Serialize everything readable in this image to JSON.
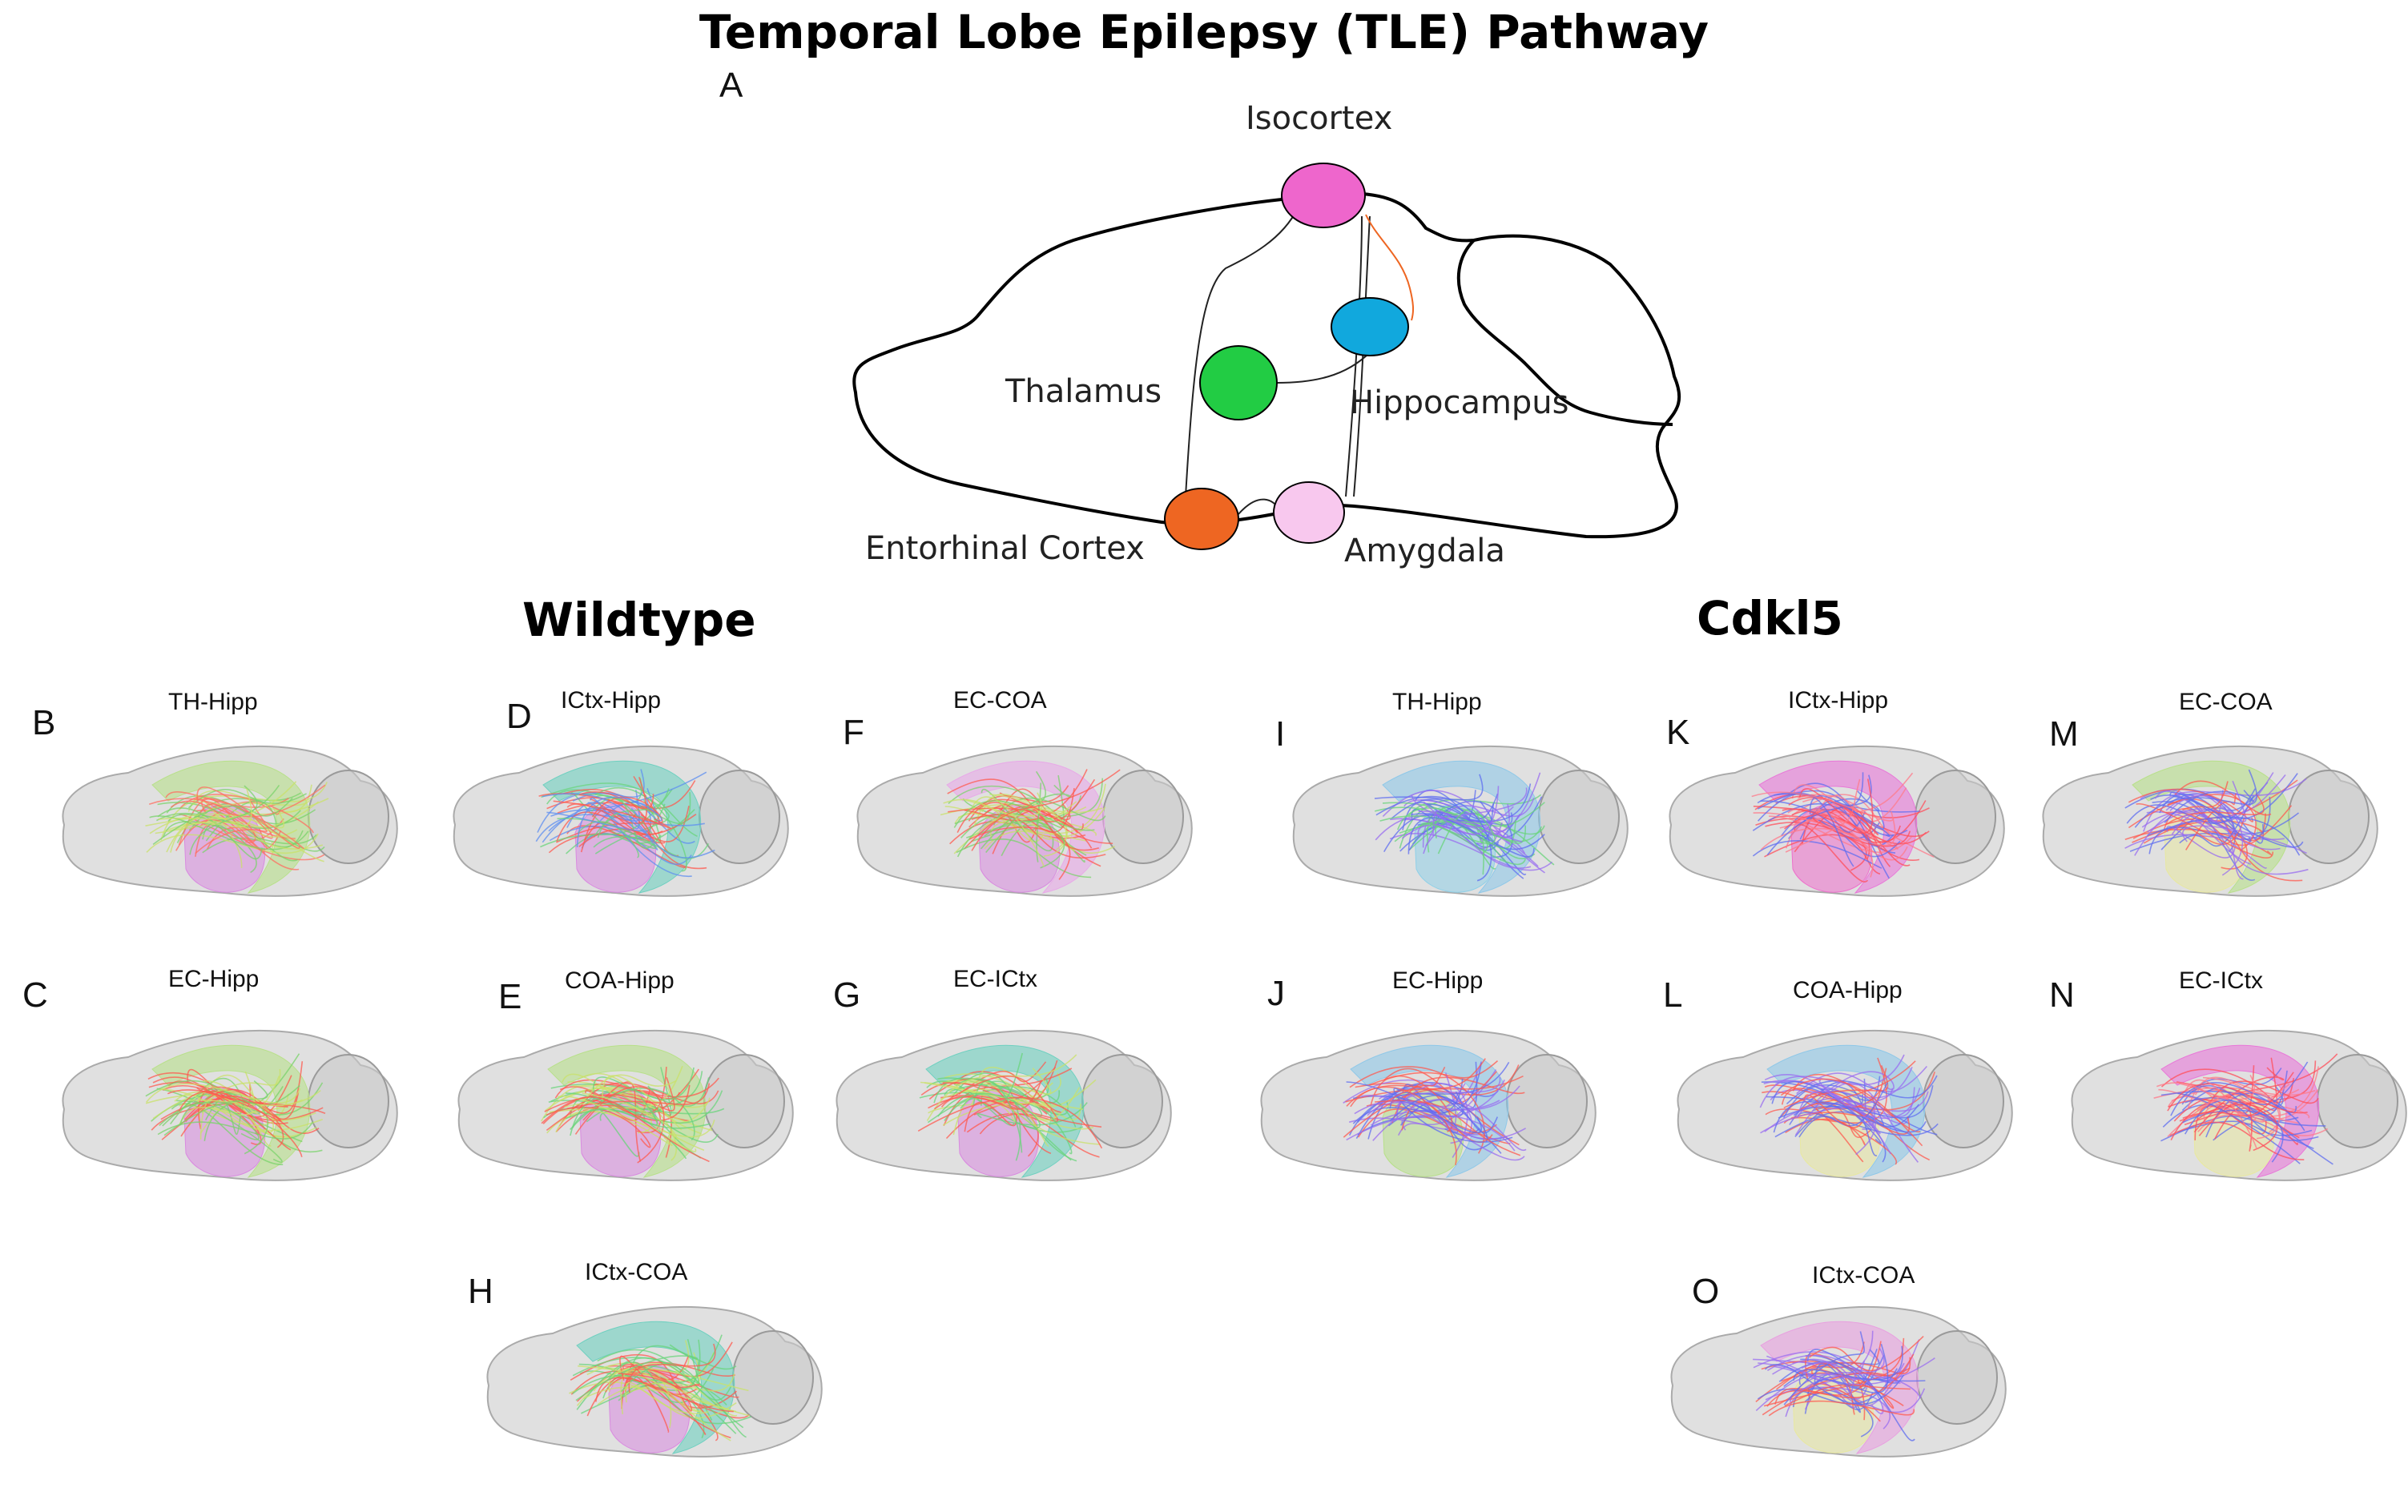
{
  "figure_title": "Temporal Lobe Epilepsy (TLE) Pathway",
  "schematic": {
    "letter": "A",
    "regions": [
      {
        "name": "Isocortex",
        "color": "#ee66cc"
      },
      {
        "name": "Hippocampus",
        "color": "#11a8dd"
      },
      {
        "name": "Thalamus",
        "color": "#22cc44"
      },
      {
        "name": "Entorhinal Cortex",
        "color": "#ee6622"
      },
      {
        "name": "Amygdala",
        "color": "#f8c8ee"
      }
    ]
  },
  "groups": [
    {
      "title": "Wildtype"
    },
    {
      "title": "Cdkl5"
    }
  ],
  "panels": [
    {
      "letter": "B",
      "title": "TH-Hipp",
      "bundle": "#b8e08a",
      "fibers": [
        "#ff6f61",
        "#7ad36b",
        "#c9e26a"
      ],
      "blob": "#d98be0"
    },
    {
      "letter": "C",
      "title": "EC-Hipp",
      "bundle": "#b8e08a",
      "fibers": [
        "#ff5a4f",
        "#7ad36b",
        "#c9e26a"
      ],
      "blob": "#d98be0"
    },
    {
      "letter": "D",
      "title": "ICtx-Hipp",
      "bundle": "#6fd0c0",
      "fibers": [
        "#ff5a4f",
        "#6ad47b",
        "#5f8ff0"
      ],
      "blob": "#d98be0"
    },
    {
      "letter": "E",
      "title": "COA-Hipp",
      "bundle": "#b8e08a",
      "fibers": [
        "#ff5a4f",
        "#6ad47b",
        "#c9e26a"
      ],
      "blob": "#d98be0"
    },
    {
      "letter": "H",
      "title": "ICtx-COA",
      "bundle": "#6fd0c0",
      "fibers": [
        "#ff5a4f",
        "#6ad47b",
        "#c9e26a"
      ],
      "blob": "#d98be0"
    },
    {
      "letter": "F",
      "title": "EC-COA",
      "bundle": "#e8a9e8",
      "fibers": [
        "#ff5a4f",
        "#7ad36b",
        "#c9e26a"
      ],
      "blob": "#d98be0"
    },
    {
      "letter": "G",
      "title": "EC-ICtx",
      "bundle": "#6fd0c0",
      "fibers": [
        "#ff5a4f",
        "#6ad47b",
        "#c9e26a"
      ],
      "blob": "#d98be0"
    },
    {
      "letter": "I",
      "title": "TH-Hipp",
      "bundle": "#8fc8e8",
      "fibers": [
        "#5f6df0",
        "#6ad47b",
        "#9a6ef0"
      ],
      "blob": "#8fd0e8"
    },
    {
      "letter": "J",
      "title": "EC-Hipp",
      "bundle": "#8fc8e8",
      "fibers": [
        "#5f6df0",
        "#ff5a4f",
        "#9a6ef0"
      ],
      "blob": "#b8e08a"
    },
    {
      "letter": "K",
      "title": "ICtx-Hipp",
      "bundle": "#e878d8",
      "fibers": [
        "#ff4d5a",
        "#5f6df0",
        "#ff7a8a"
      ],
      "blob": "#ee70cc"
    },
    {
      "letter": "L",
      "title": "COA-Hipp",
      "bundle": "#8fc8e8",
      "fibers": [
        "#5f6df0",
        "#ff5a4f",
        "#9a6ef0"
      ],
      "blob": "#e8e8a0"
    },
    {
      "letter": "O",
      "title": "ICtx-COA",
      "bundle": "#e8a0e0",
      "fibers": [
        "#5f6df0",
        "#9a6ef0",
        "#ff5a4f"
      ],
      "blob": "#e8e8a0"
    },
    {
      "letter": "M",
      "title": "EC-COA",
      "bundle": "#b8e08a",
      "fibers": [
        "#5f6df0",
        "#ff5a4f",
        "#9a6ef0"
      ],
      "blob": "#e8e8a0"
    },
    {
      "letter": "N",
      "title": "EC-ICtx",
      "bundle": "#e878d8",
      "fibers": [
        "#ff4d5a",
        "#ff7a8a",
        "#5f6df0"
      ],
      "blob": "#e8e8a0"
    }
  ]
}
